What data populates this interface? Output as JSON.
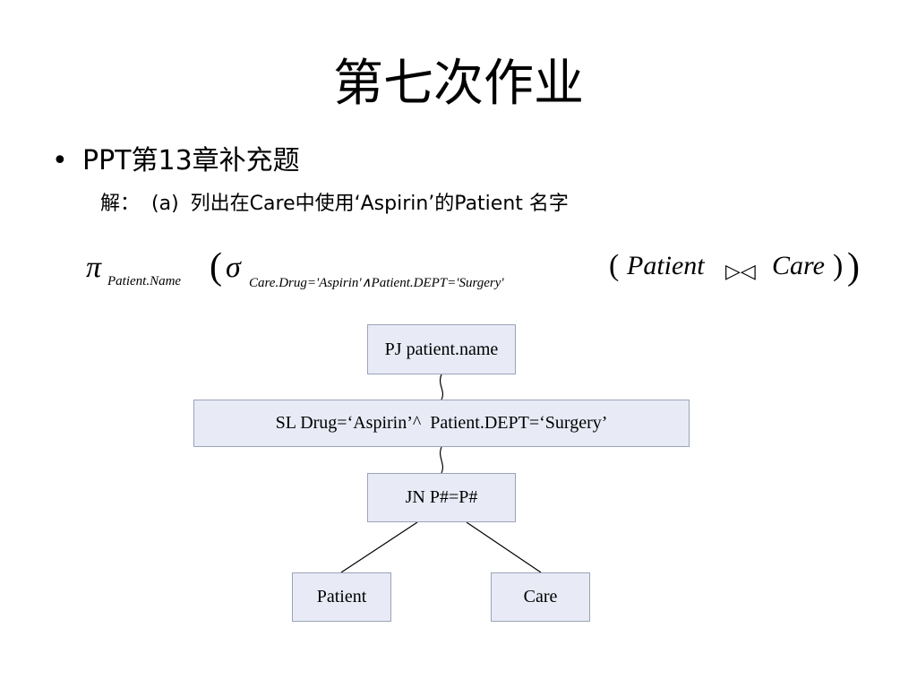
{
  "title": "第七次作业",
  "bullet": {
    "marker": "•",
    "text": "PPT第13章补充题"
  },
  "solution": {
    "label": "解：",
    "part": "(a)",
    "text": "列出在Care中使用‘Aspirin’的Patient 名字"
  },
  "formula": {
    "pi": "π",
    "pi_sub": "Patient.Name",
    "sigma": "σ",
    "sigma_sub": "Care.Drug='Aspirin'∧Patient.DEPT='Surgery'",
    "left_rel": "Patient",
    "join": "▷◁",
    "right_rel": "Care"
  },
  "tree": {
    "project": "PJ patient.name",
    "select": "SL Drug=‘Aspirin’^  Patient.DEPT=‘Surgery’",
    "join": "JN P#=P#",
    "left": "Patient",
    "right": "Care"
  }
}
